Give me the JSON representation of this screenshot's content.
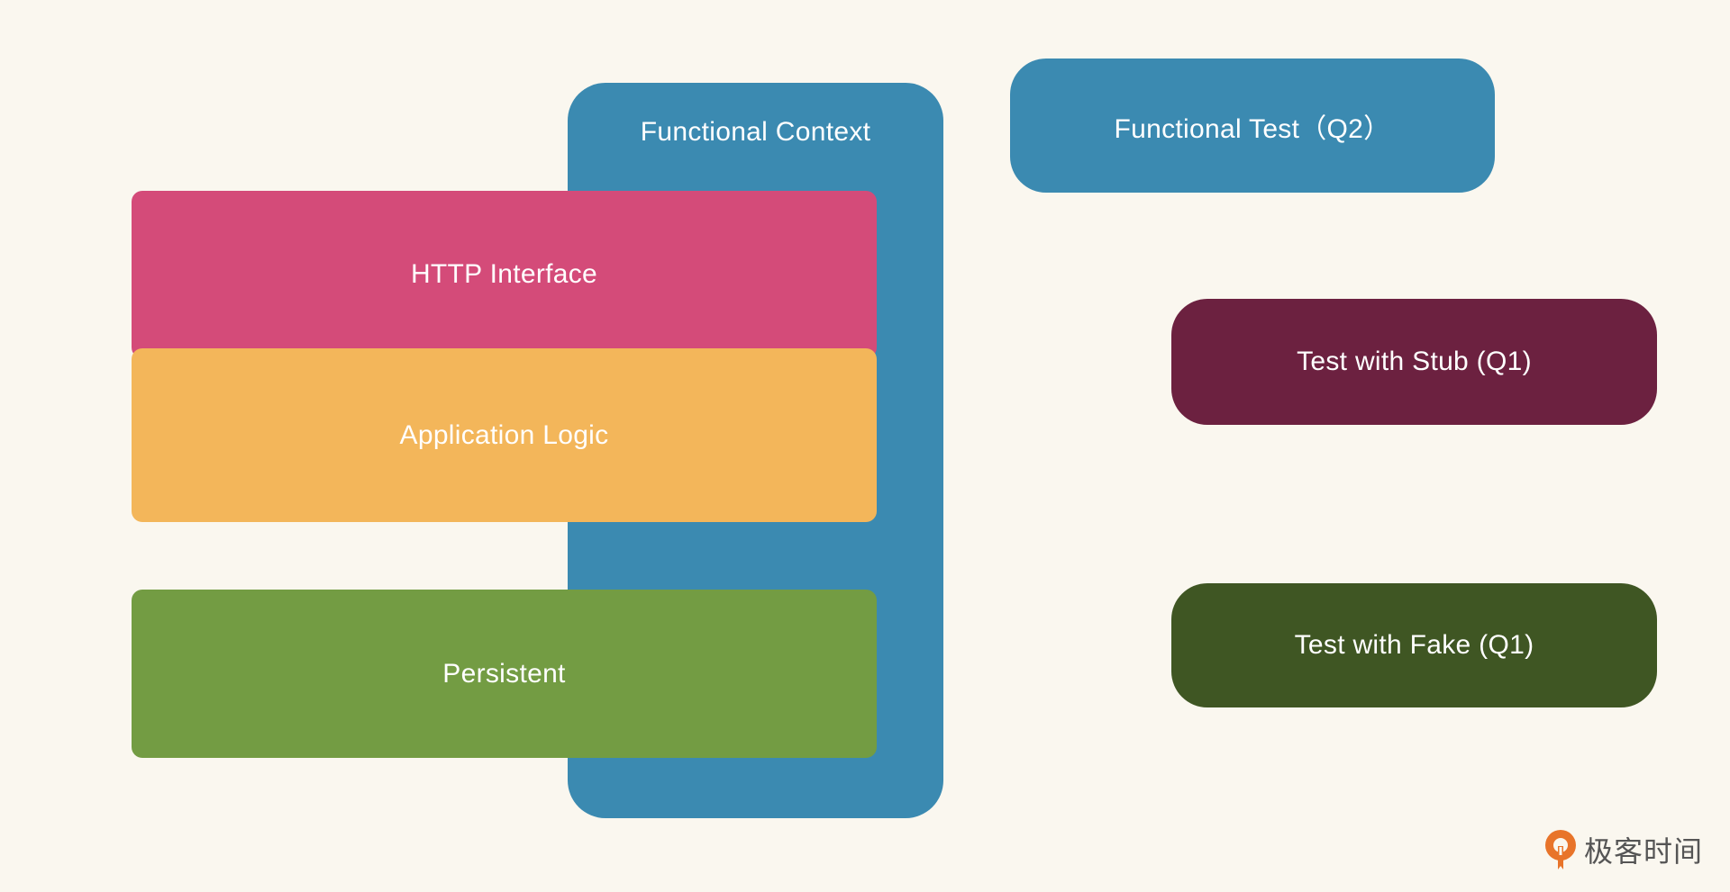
{
  "diagram": {
    "context": {
      "label": "Functional Context",
      "color": "#3b8ab1"
    },
    "layers": [
      {
        "label": "HTTP Interface",
        "color": "#d44b79"
      },
      {
        "label": "Application Logic",
        "color": "#f3b65a"
      },
      {
        "label": "Persistent",
        "color": "#739c43"
      }
    ],
    "tests": [
      {
        "label": "Functional Test（Q2）",
        "color": "#3b8ab1"
      },
      {
        "label": "Test with Stub (Q1)",
        "color": "#6c2140"
      },
      {
        "label": "Test with Fake (Q1)",
        "color": "#3f5623"
      }
    ]
  },
  "brand": {
    "name": "极客时间",
    "icon": "geektime-logo-icon",
    "color": "#e8742a"
  }
}
